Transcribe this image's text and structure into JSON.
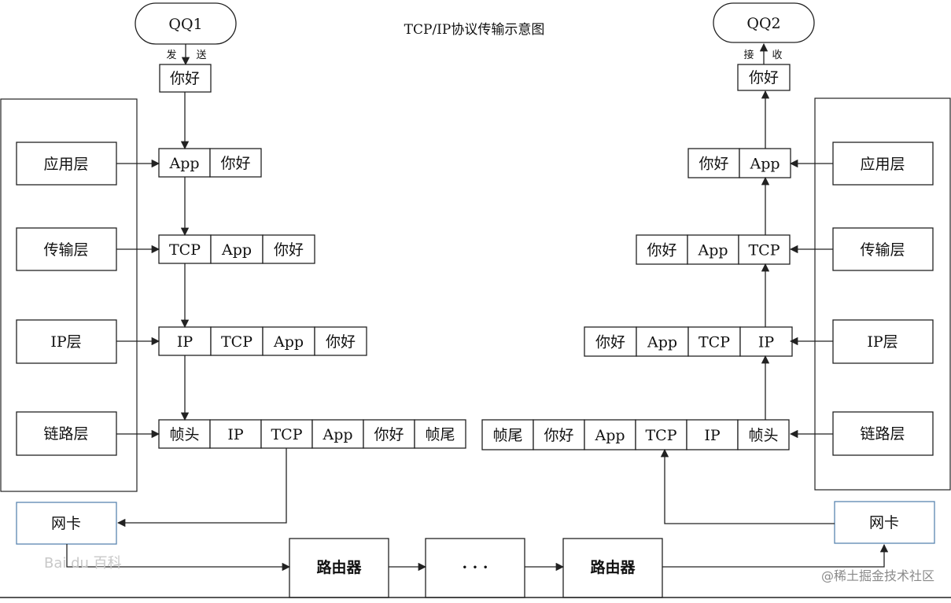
{
  "title": "TCP/IP协议传输示意图",
  "sender": {
    "name": "QQ1",
    "action_left": "发",
    "action_right": "送",
    "message": "你好"
  },
  "receiver": {
    "name": "QQ2",
    "action_left": "接",
    "action_right": "收",
    "message": "你好"
  },
  "layers": [
    "应用层",
    "传输层",
    "IP层",
    "链路层"
  ],
  "packets": {
    "app": [
      "App",
      "你好"
    ],
    "tcp": [
      "TCP",
      "App",
      "你好"
    ],
    "ip": [
      "IP",
      "TCP",
      "App",
      "你好"
    ],
    "link": [
      "帧头",
      "IP",
      "TCP",
      "App",
      "你好",
      "帧尾"
    ],
    "app_r": [
      "你好",
      "App"
    ],
    "tcp_r": [
      "你好",
      "App",
      "TCP"
    ],
    "ip_r": [
      "你好",
      "App",
      "TCP",
      "IP"
    ],
    "link_r": [
      "帧尾",
      "你好",
      "App",
      "TCP",
      "IP",
      "帧头"
    ]
  },
  "nic": "网卡",
  "router": "路由器",
  "ellipsis": "· · ·",
  "watermark_left": "Bai du 百科",
  "watermark_right": "@稀土掘金技术社区"
}
